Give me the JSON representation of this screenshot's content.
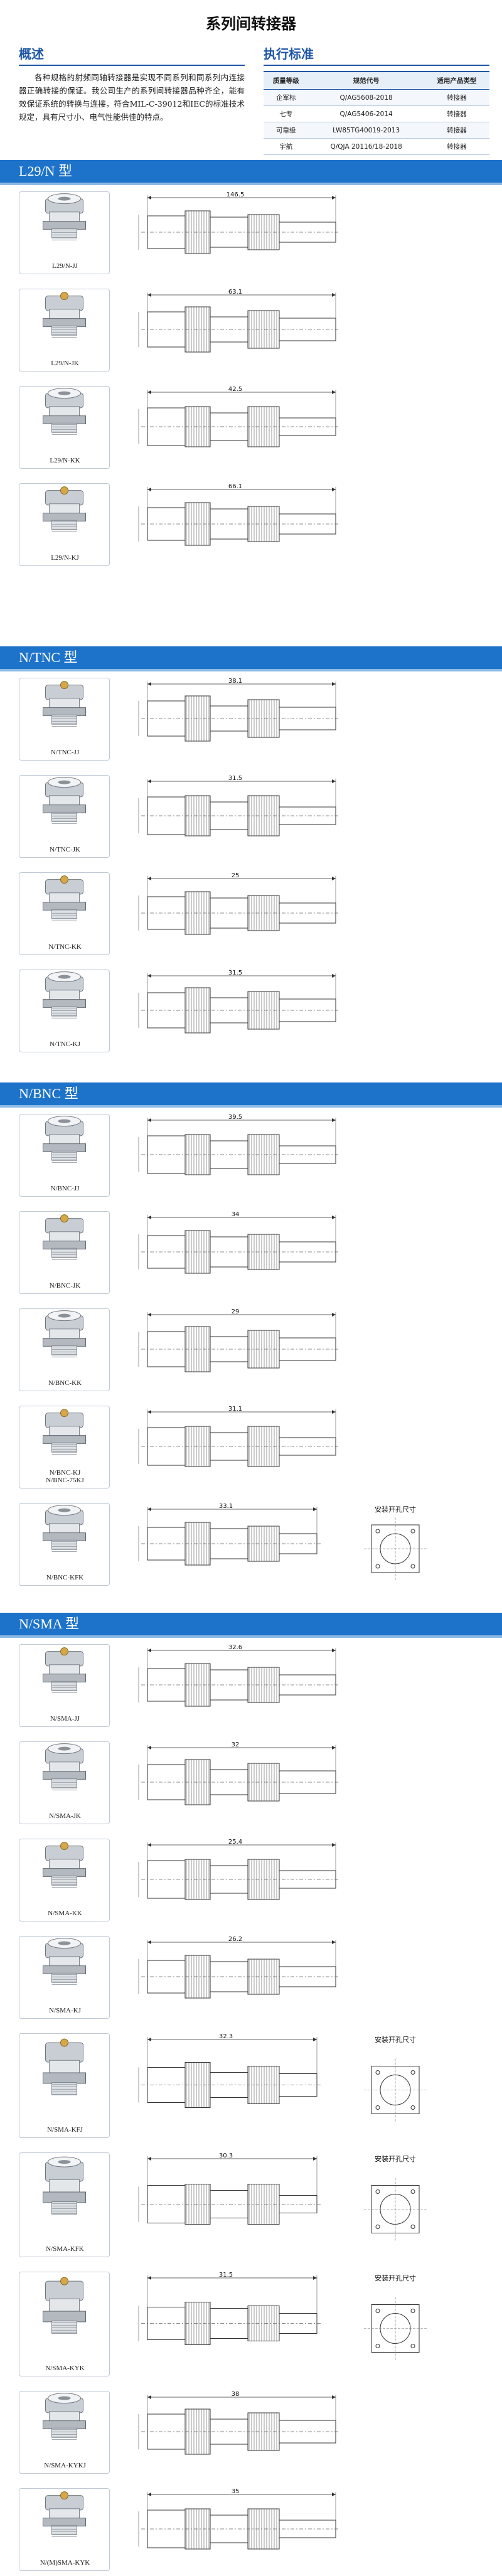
{
  "title": "系列间转接器",
  "overview": {
    "heading": "概述",
    "text": "各种规格的射频同轴转接器是实现不同系列和同系列内连接器正确转接的保证。我公司生产的系列间转接器品种齐全，能有效保证系统的转换与连接，符合MIL-C-39012和IEC的标准技术规定，具有尺寸小、电气性能供佳的特点。"
  },
  "standards": {
    "heading": "执行标准",
    "columns": [
      "质量等级",
      "规范代号",
      "适用产品类型"
    ],
    "rows": [
      [
        "企军标",
        "Q/AG5608-2018",
        "转接器"
      ],
      [
        "七专",
        "Q/AG5406-2014",
        "转接器"
      ],
      [
        "可靠级",
        "LW85TG40019-2013",
        "转接器"
      ],
      [
        "宇航",
        "Q/QJA 20116/18-2018",
        "转接器"
      ]
    ]
  },
  "sections": [
    {
      "title": "L29/N 型",
      "items": [
        {
          "label": "L29/N-JJ",
          "dims": [
            "146.5"
          ]
        },
        {
          "label": "L29/N-JK",
          "dims": [
            "63.1"
          ]
        },
        {
          "label": "L29/N-KK",
          "dims": [
            "42.5"
          ]
        },
        {
          "label": "L29/N-KJ",
          "dims": [
            "66.1"
          ]
        }
      ]
    },
    {
      "title": "N/TNC 型",
      "items": [
        {
          "label": "N/TNC-JJ",
          "dims": [
            "38.1"
          ]
        },
        {
          "label": "N/TNC-JK",
          "dims": [
            "31.5"
          ]
        },
        {
          "label": "N/TNC-KK",
          "dims": [
            "25"
          ]
        },
        {
          "label": "N/TNC-KJ",
          "dims": [
            "31.5"
          ]
        }
      ]
    },
    {
      "title": "N/BNC 型",
      "items": [
        {
          "label": "N/BNC-JJ",
          "dims": [
            "39.5"
          ]
        },
        {
          "label": "N/BNC-JK",
          "dims": [
            "34"
          ]
        },
        {
          "label": "N/BNC-KK",
          "dims": [
            "29"
          ]
        },
        {
          "label": "N/BNC-KJ",
          "label2": "N/BNC-75KJ",
          "dims": [
            "31.1"
          ]
        },
        {
          "label": "N/BNC-KFK",
          "dims": [
            "33.1"
          ],
          "mount_title": "安装开孔尺寸"
        }
      ]
    },
    {
      "title": "N/SMA 型",
      "items": [
        {
          "label": "N/SMA-JJ",
          "dims": [
            "32.6"
          ]
        },
        {
          "label": "N/SMA-JK",
          "dims": [
            "32"
          ]
        },
        {
          "label": "N/SMA-KK",
          "dims": [
            "25.4"
          ]
        },
        {
          "label": "N/SMA-KJ",
          "dims": [
            "26.2"
          ]
        },
        {
          "label": "N/SMA-KFJ",
          "dims": [
            "32.3"
          ],
          "mount_title": "安装开孔尺寸"
        },
        {
          "label": "N/SMA-KFK",
          "dims": [
            "30.3"
          ],
          "mount_title": "安装开孔尺寸"
        },
        {
          "label": "N/SMA-KYK",
          "dims": [
            "31.5"
          ],
          "mount_title": "安装开孔尺寸"
        },
        {
          "label": "N/SMA-KYKJ",
          "dims": [
            "38"
          ]
        },
        {
          "label": "N/(M)SMA-KYK",
          "dims": [
            "35"
          ]
        }
      ]
    }
  ]
}
